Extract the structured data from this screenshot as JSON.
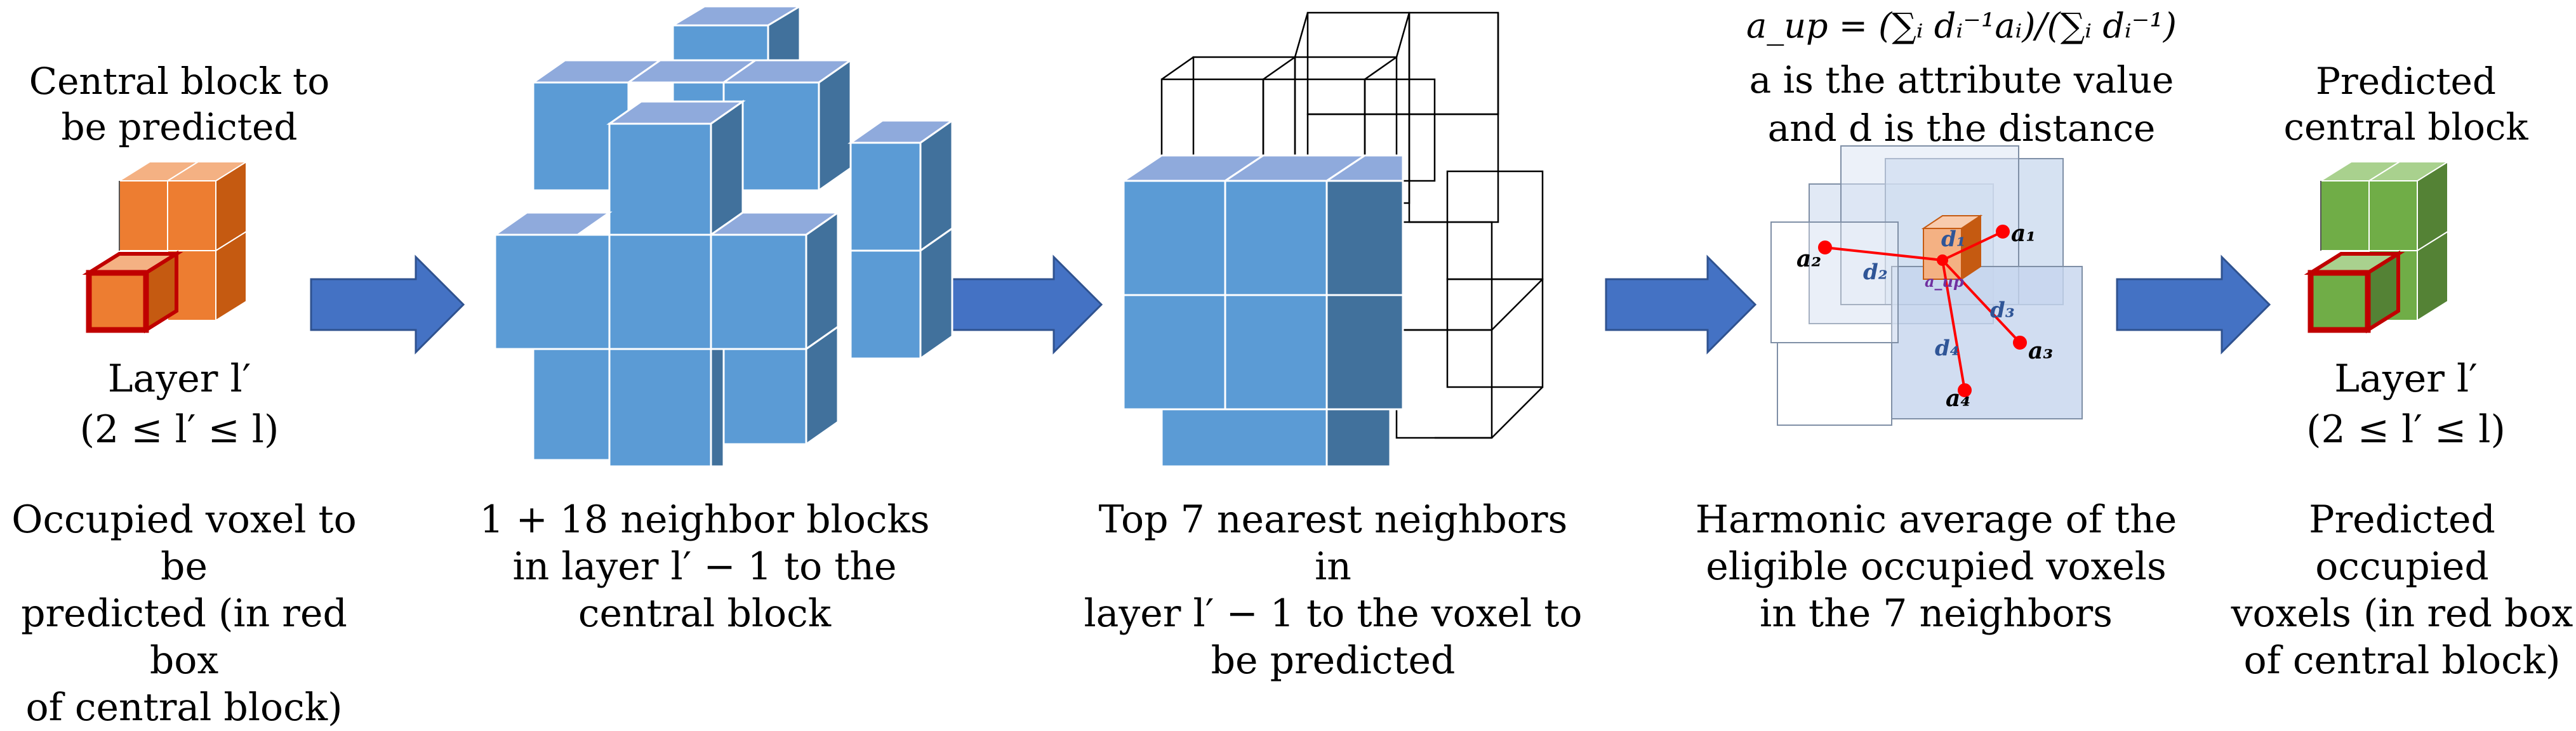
{
  "stages": [
    {
      "title": "Central block to be predicted",
      "layer": "Layer l′",
      "range": "(2 ≤ l′ ≤ l)",
      "caption": [
        "Occupied voxel to be",
        "predicted (in red box",
        "of central block)"
      ]
    },
    {
      "caption": [
        "1 + 18 neighbor blocks",
        "in layer l′ − 1 to the",
        "central block"
      ]
    },
    {
      "caption": [
        "Top 7 nearest neighbors in",
        "layer l′ − 1 to the voxel to",
        "be predicted"
      ]
    },
    {
      "formula": "a_up = (∑ᵢ dᵢ⁻¹aᵢ)/(∑ᵢ dᵢ⁻¹)",
      "note1": "a is the attribute value",
      "note2": "and d is the distance",
      "labels": {
        "a1": "a₁",
        "a2": "a₂",
        "a3": "a₃",
        "a4": "a₄",
        "d1": "d₁",
        "d2": "d₂",
        "d3": "d₃",
        "d4": "d₄",
        "aup": "a_up"
      },
      "caption": [
        "Harmonic average of the",
        "eligible occupied voxels",
        "in the 7 neighbors"
      ]
    },
    {
      "title": "Predicted central block",
      "layer": "Layer l′",
      "range": "(2 ≤ l′ ≤ l)",
      "caption": [
        "Predicted occupied",
        "voxels (in red box",
        "of central block)"
      ]
    }
  ],
  "colors": {
    "orange": "#ed7d31",
    "blue": "#5b9bd5",
    "green": "#70ad47",
    "red": "#c00000",
    "arrow": "#4472c4"
  }
}
